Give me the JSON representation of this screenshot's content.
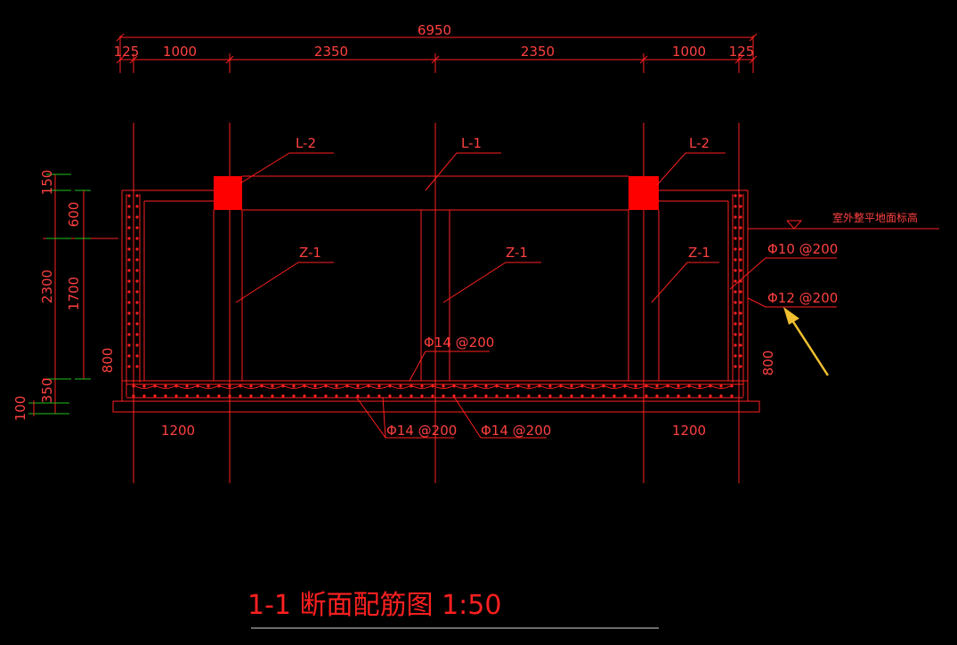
{
  "dimensions_top": {
    "overall": "6950",
    "segments": [
      "125",
      "1000",
      "2350",
      "2350",
      "1000",
      "125"
    ]
  },
  "dimensions_left": [
    "150",
    "600",
    "2300",
    "1700",
    "800",
    "350",
    "100"
  ],
  "dimensions_bottom": [
    "1200",
    "1200"
  ],
  "right_dim": "800",
  "beam_labels": [
    "L-2",
    "L-1",
    "L-2"
  ],
  "column_labels": [
    "Z-1",
    "Z-1",
    "Z-1"
  ],
  "rebar_labels": {
    "wall_outer": "Φ10 @200",
    "wall_inner": "Φ12 @200",
    "slab_top": "Φ14 @200",
    "slab_bottom_left": "Φ14 @200",
    "slab_bottom_right": "Φ14 @200"
  },
  "ground_label": "室外整平地面标高",
  "title": "1-1 断面配筋图 1:50",
  "colors": {
    "line": "#ff2020",
    "fill_beam": "#ff0000",
    "dim_tick": "#20c020",
    "arrow": "#f0c030",
    "underline": "#d8d8d8"
  }
}
